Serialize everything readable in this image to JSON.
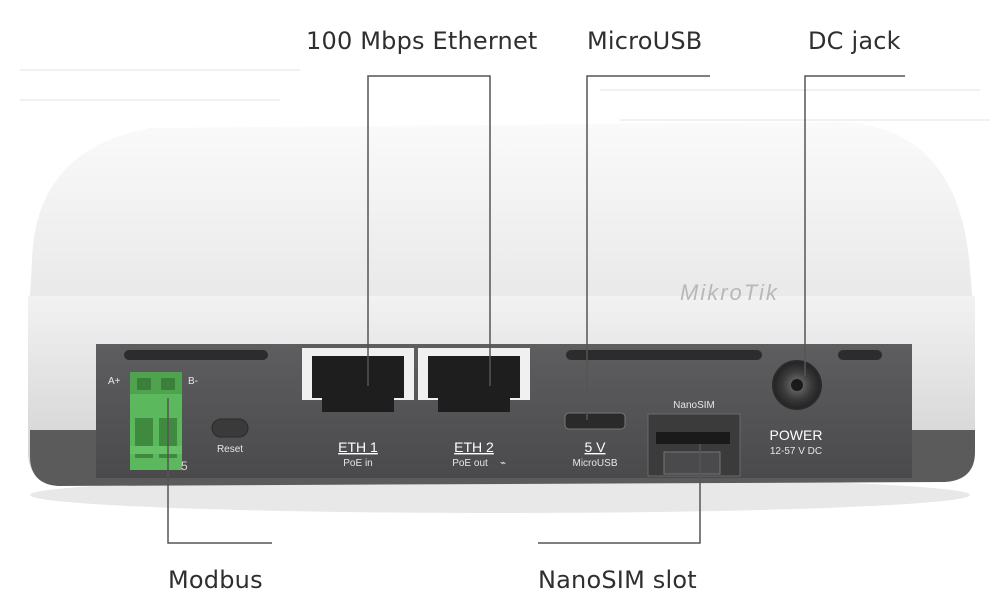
{
  "callouts": {
    "ethernet": "100 Mbps Ethernet",
    "microusb": "MicroUSB",
    "dcjack": "DC jack",
    "modbus": "Modbus",
    "nanosim": "NanoSIM slot"
  },
  "device": {
    "brand": "MikroTik",
    "colors": {
      "body": "#ebebeb",
      "panel": "#545455",
      "terminal": "#5cb85c",
      "leader": "#555555"
    },
    "labels": {
      "terminal_a": "A+",
      "terminal_b": "B-",
      "terminal_num": "5",
      "reset": "Reset",
      "eth1": "ETH 1",
      "eth1_sub": "PoE in",
      "eth2": "ETH 2",
      "eth2_sub": "PoE out",
      "usb": "5 V",
      "usb_sub": "MicroUSB",
      "sim": "NanoSIM",
      "power": "POWER",
      "power_sub": "12-57 V DC"
    }
  }
}
